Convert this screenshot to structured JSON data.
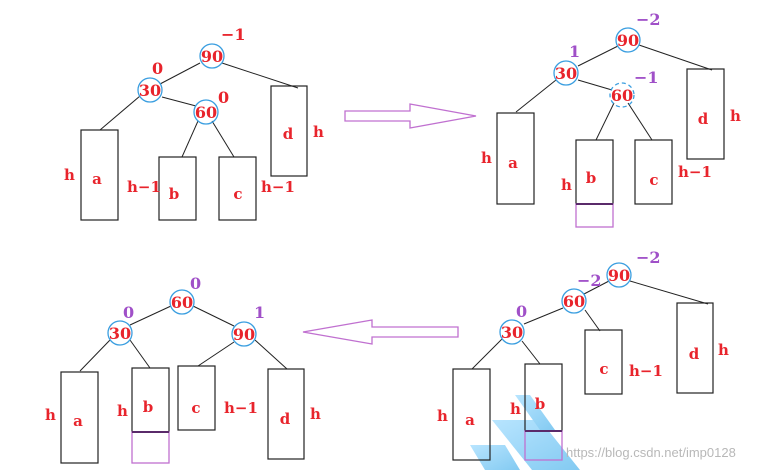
{
  "colors": {
    "label": "#e8242c",
    "balance_updated": "#a050c8",
    "node_circle": "#3a9ee0",
    "line": "#222222",
    "arrow": "#c070d0",
    "new_node_box": "#c070d0",
    "watermark_logo": "#1ea0e8"
  },
  "panels": {
    "p1": {
      "nodes": {
        "root": "90",
        "left": "30",
        "right_of_left": "60"
      },
      "balances": {
        "root": "−1",
        "left": "0",
        "right_of_left": "0"
      },
      "subtrees": {
        "a": "a",
        "b": "b",
        "c": "c",
        "d": "d"
      },
      "heights": {
        "a": "h",
        "b": "h−1",
        "c": "h−1",
        "d": "h"
      }
    },
    "p2": {
      "nodes": {
        "root": "90",
        "left": "30",
        "right_of_left": "60"
      },
      "balances": {
        "root": "−2",
        "left": "1",
        "right_of_left": "−1"
      },
      "subtrees": {
        "a": "a",
        "b": "b",
        "c": "c",
        "d": "d"
      },
      "heights": {
        "a": "h",
        "b": "h",
        "c": "h−1",
        "d": "h"
      }
    },
    "p3": {
      "nodes": {
        "root": "90",
        "mid": "60",
        "low": "30"
      },
      "balances": {
        "root": "−2",
        "mid": "−2",
        "low": "0"
      },
      "subtrees": {
        "a": "a",
        "b": "b",
        "c": "c",
        "d": "d"
      },
      "heights": {
        "a": "h",
        "b": "h",
        "c": "h−1",
        "d": "h"
      }
    },
    "p4": {
      "nodes": {
        "root": "60",
        "left": "30",
        "right": "90"
      },
      "balances": {
        "root": "0",
        "left": "0",
        "right": "1"
      },
      "subtrees": {
        "a": "a",
        "b": "b",
        "c": "c",
        "d": "d"
      },
      "heights": {
        "a": "h",
        "b": "h",
        "c": "h−1",
        "d": "h"
      }
    }
  },
  "watermark": "https://blog.csdn.net/imp0128"
}
